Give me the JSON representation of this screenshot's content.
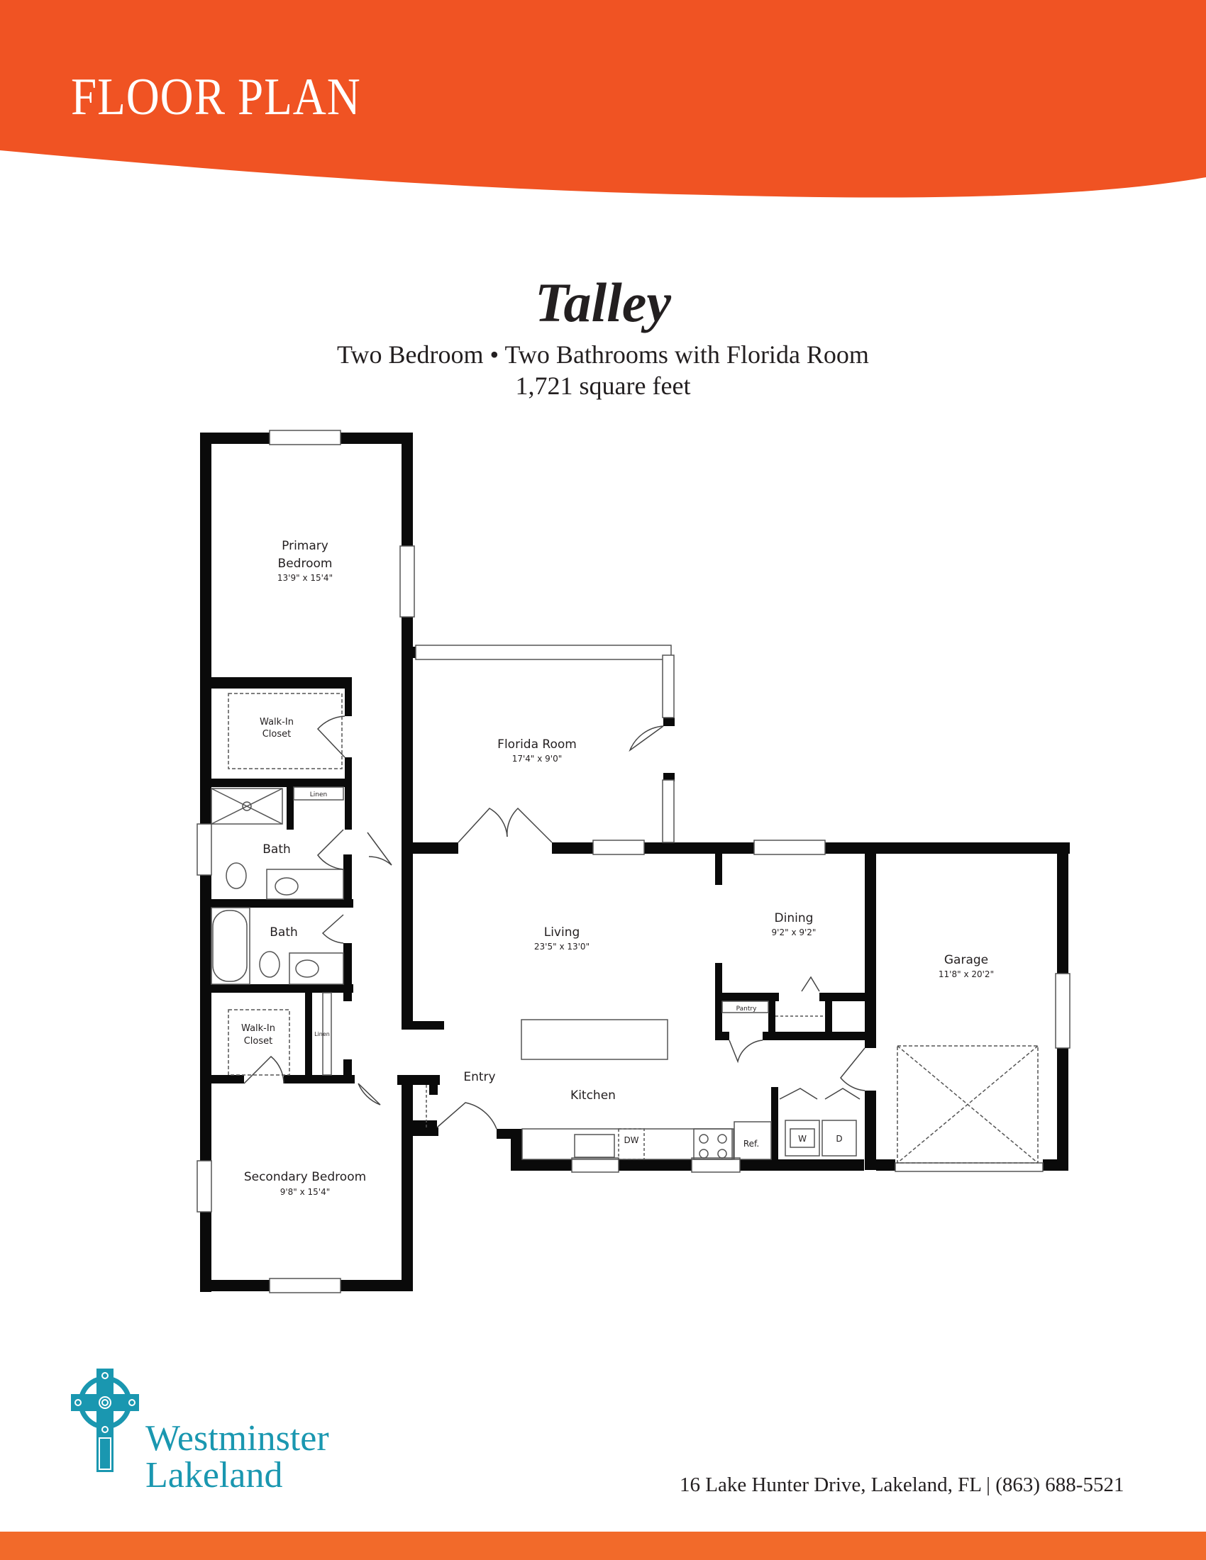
{
  "header": {
    "title": "FLOOR PLAN",
    "banner_color": "#f05323"
  },
  "plan": {
    "name": "Talley",
    "description": "Two Bedroom • Two Bathrooms with Florida Room",
    "area": "1,721 square feet"
  },
  "rooms": {
    "primary_bedroom": {
      "name_line1": "Primary",
      "name_line2": "Bedroom",
      "dims": "13'9\" x 15'4\""
    },
    "walk_in_closet_1": {
      "name_line1": "Walk-In",
      "name_line2": "Closet"
    },
    "linen_1": {
      "name": "Linen"
    },
    "bath_1": {
      "name": "Bath"
    },
    "bath_2": {
      "name": "Bath"
    },
    "walk_in_closet_2": {
      "name_line1": "Walk-In",
      "name_line2": "Closet"
    },
    "linen_2": {
      "name": "Linen"
    },
    "secondary_bedroom": {
      "name": "Secondary Bedroom",
      "dims": "9'8\" x 15'4\""
    },
    "florida_room": {
      "name": "Florida Room",
      "dims": "17'4\" x 9'0\""
    },
    "living": {
      "name": "Living",
      "dims": "23'5\" x 13'0\""
    },
    "dining": {
      "name": "Dining",
      "dims": "9'2\" x 9'2\""
    },
    "pantry": {
      "name": "Pantry"
    },
    "garage": {
      "name": "Garage",
      "dims": "11'8\" x 20'2\""
    },
    "entry": {
      "name": "Entry"
    },
    "kitchen": {
      "name": "Kitchen"
    }
  },
  "appliances": {
    "dishwasher": "DW",
    "refrigerator": "Ref.",
    "washer": "W",
    "dryer": "D"
  },
  "footer": {
    "logo_line1": "Westminster",
    "logo_line2": "Lakeland",
    "address": "16 Lake Hunter Drive, Lakeland, FL | (863) 688-5521",
    "brand_color": "#1a97b0",
    "bar_color": "#f26a2a"
  }
}
